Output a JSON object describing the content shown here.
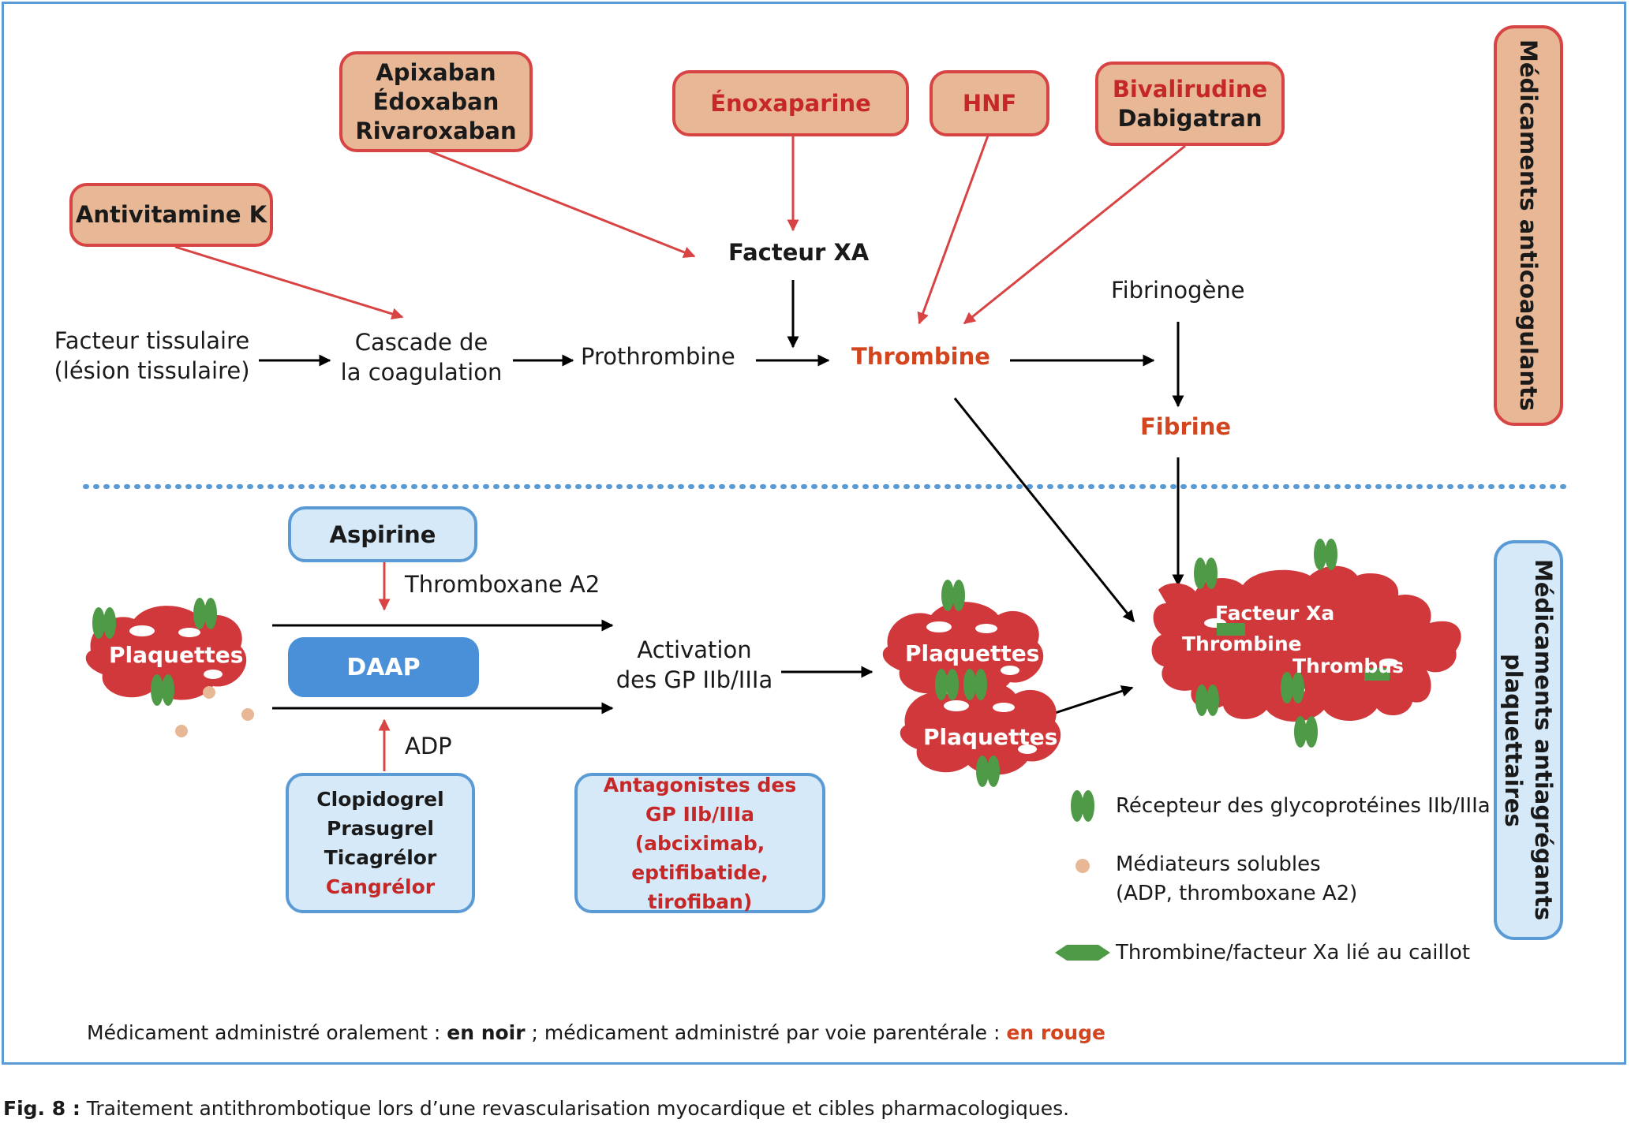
{
  "anticoag_panel": {
    "title": "Médicaments anticoagulants",
    "drugs": {
      "avk": "Antivitamine K",
      "xa_oral": [
        "Apixaban",
        "Édoxaban",
        "Rivaroxaban"
      ],
      "enox": "Énoxaparine",
      "hnf": "HNF",
      "bival": "Bivalirudine",
      "dabig": "Dabigatran"
    },
    "nodes": {
      "facteur_tissulaire": [
        "Facteur tissulaire",
        "(lésion tissulaire)"
      ],
      "cascade": [
        "Cascade de",
        "la coagulation"
      ],
      "prothrombine": "Prothrombine",
      "facteur_xa": "Facteur XA",
      "thrombine": "Thrombine",
      "fibrinogene": "Fibrinogène",
      "fibrine": "Fibrine"
    }
  },
  "antiplatelet_panel": {
    "title": [
      "Médicaments antiagrégants",
      "plaquettaires"
    ],
    "aspirine": "Aspirine",
    "thromboxane": "Thromboxane A2",
    "daap": "DAAP",
    "adp": "ADP",
    "p2y12": [
      "Clopidogrel",
      "Prasugrel",
      "Ticagrélor"
    ],
    "p2y12_iv": "Cangrélor",
    "gp_antag": [
      "Antagonistes des",
      "GP IIb/IIIa (abciximab,",
      "eptifibatide, tirofiban)"
    ],
    "activation": [
      "Activation",
      "des GP IIb/IIIa"
    ],
    "plaquettes": "Plaquettes",
    "thrombus_labels": {
      "xa": "Facteur Xa",
      "thrombine": "Thrombine",
      "thrombus": "Thrombus"
    }
  },
  "legend": {
    "receptor": "Récepteur des glycoprotéines IIb/IIIa",
    "mediators": [
      "Médiateurs solubles",
      "(ADP, thromboxane A2)"
    ],
    "bound": "Thrombine/facteur Xa lié au caillot"
  },
  "footnote": {
    "part1": "Médicament administré oralement : ",
    "black": "en noir",
    "part2": " ; médicament administré par voie parentérale : ",
    "red": "en rouge"
  },
  "caption": {
    "label": "Fig. 8 :",
    "text": " Traitement antithrombotique lors d’une revascularisation myocardique et cibles pharmacologiques."
  },
  "colors": {
    "frame": "#5b9bd5",
    "drug_fill": "#e8b896",
    "drug_border": "#d84444",
    "red_text": "#c62828",
    "orange_text": "#d2451e",
    "antiplatelet_fill": "#d6e9f8",
    "daap_fill": "#4a90d9",
    "platelet": "#d1383b",
    "receptor": "#4f9a47",
    "mediator": "#e8b896"
  }
}
